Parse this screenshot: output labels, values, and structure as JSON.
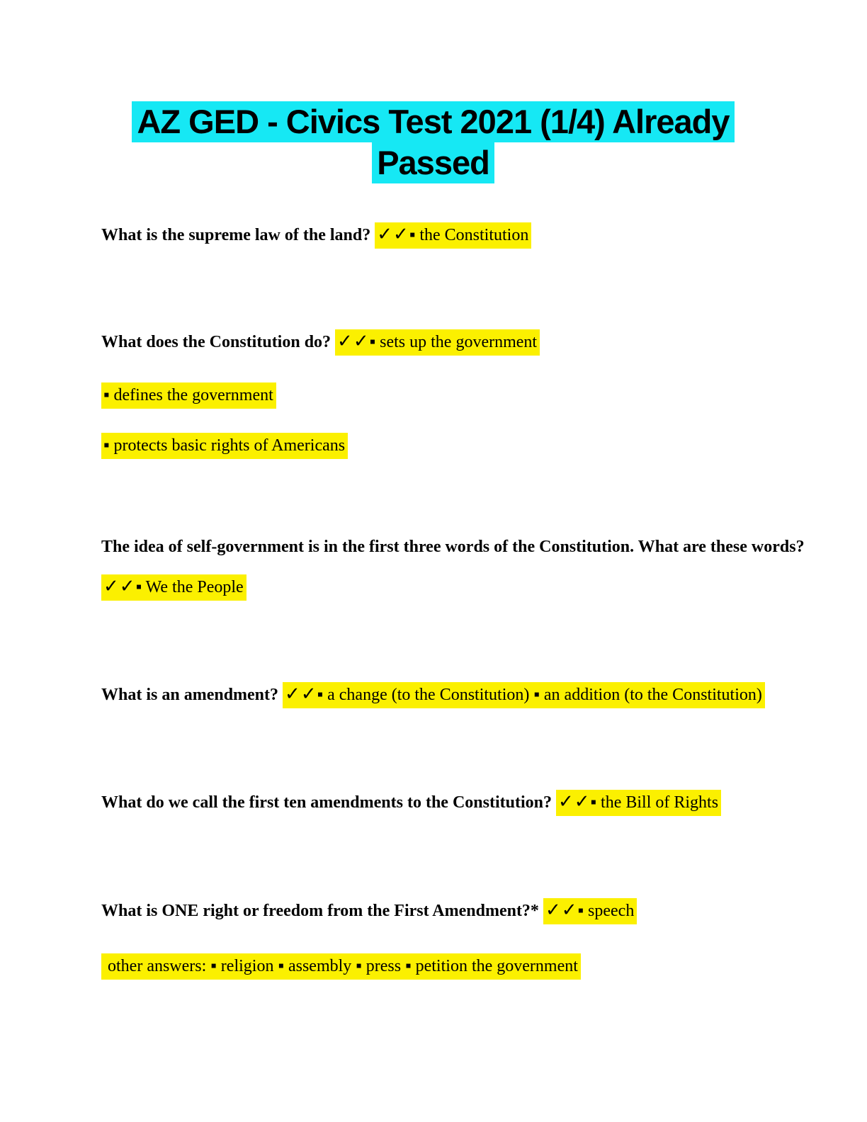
{
  "title": {
    "line1": "AZ GED - Civics Test 2021 (1/4) Already",
    "line2": "Passed"
  },
  "qa": [
    {
      "question": "What is the supreme law of the land? ",
      "check": "✓✓",
      "answer": "▪ the Constitution"
    },
    {
      "question": "What does the Constitution do? ",
      "check": "✓✓",
      "answer": "▪ sets up the government"
    },
    {
      "answer": "▪ defines the government"
    },
    {
      "answer": "▪ protects basic rights of Americans"
    },
    {
      "question": "The idea of self-government is in the first three words of the Constitution. What are these words?"
    },
    {
      "check": "✓✓",
      "answer": "▪ We the People"
    },
    {
      "question": "What is an amendment? ",
      "check": "✓✓",
      "answer": "▪ a change (to the Constitution) ▪ an addition (to the Constitution)"
    },
    {
      "question": "What do we call the first ten amendments to the Constitution? ",
      "check": "✓✓",
      "answer": "▪ the Bill of Rights"
    },
    {
      "question": "What is ONE right or freedom from the First Amendment?* ",
      "check": "✓✓",
      "answer": "▪ speech"
    },
    {
      "answer": " other answers: ▪ religion ▪ assembly ▪ press ▪ petition the government"
    }
  ],
  "colors": {
    "highlight_yellow": "#FBF000",
    "highlight_cyan": "#16E8F4",
    "text": "#000000"
  }
}
